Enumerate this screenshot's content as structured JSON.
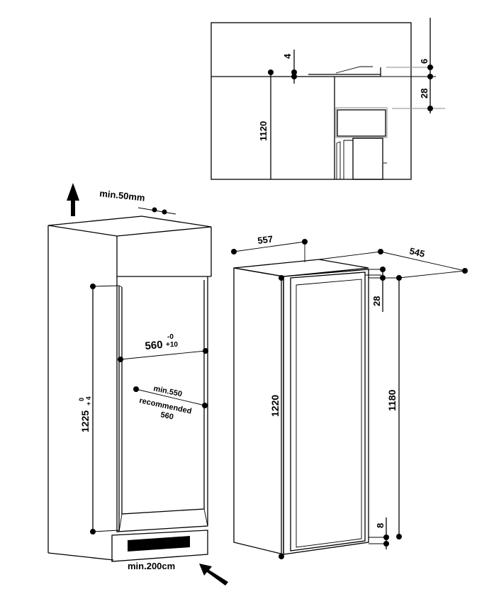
{
  "detail_view": {
    "dim_4": "4",
    "dim_6": "6",
    "dim_28": "28",
    "dim_1120": "1120"
  },
  "niche": {
    "top_clearance": "min.50mm",
    "width_main": "560",
    "width_tol_top": "-0",
    "width_tol_bottom": "+10",
    "depth_min": "min.550",
    "depth_recommended_label": "recommended",
    "depth_recommended_value": "560",
    "height_main": "1225",
    "height_tol_top": "0",
    "height_tol_bottom": "+ 4",
    "bottom_vent": "min.200cm"
  },
  "appliance": {
    "width": "557",
    "depth": "545",
    "dim_28": "28",
    "height_1220": "1220",
    "height_1180": "1180",
    "dim_8": "8"
  }
}
